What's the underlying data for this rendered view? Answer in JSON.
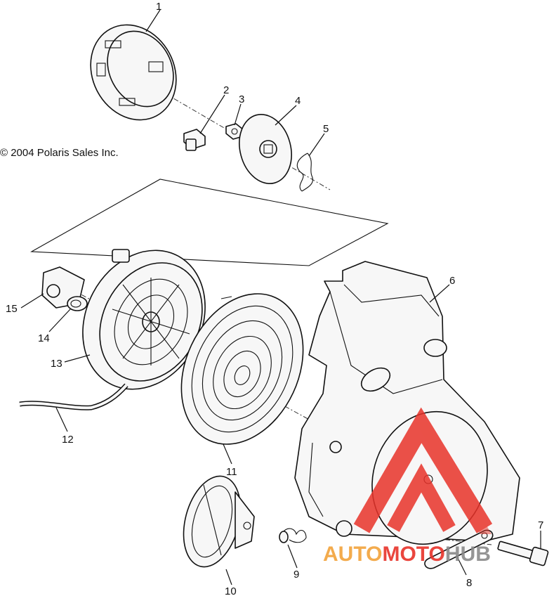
{
  "copyright": "© 2004 Polaris Sales Inc.",
  "callouts": [
    "1",
    "2",
    "3",
    "4",
    "5",
    "6",
    "7",
    "8",
    "9",
    "10",
    "11",
    "12",
    "13",
    "14",
    "15"
  ],
  "watermark": {
    "part1": "AUTO",
    "part2": "MOTO",
    "part3": "HUB",
    "colors": {
      "red": "#e8332a",
      "orange": "#f2a33a",
      "gray": "#8a8a8a"
    }
  }
}
